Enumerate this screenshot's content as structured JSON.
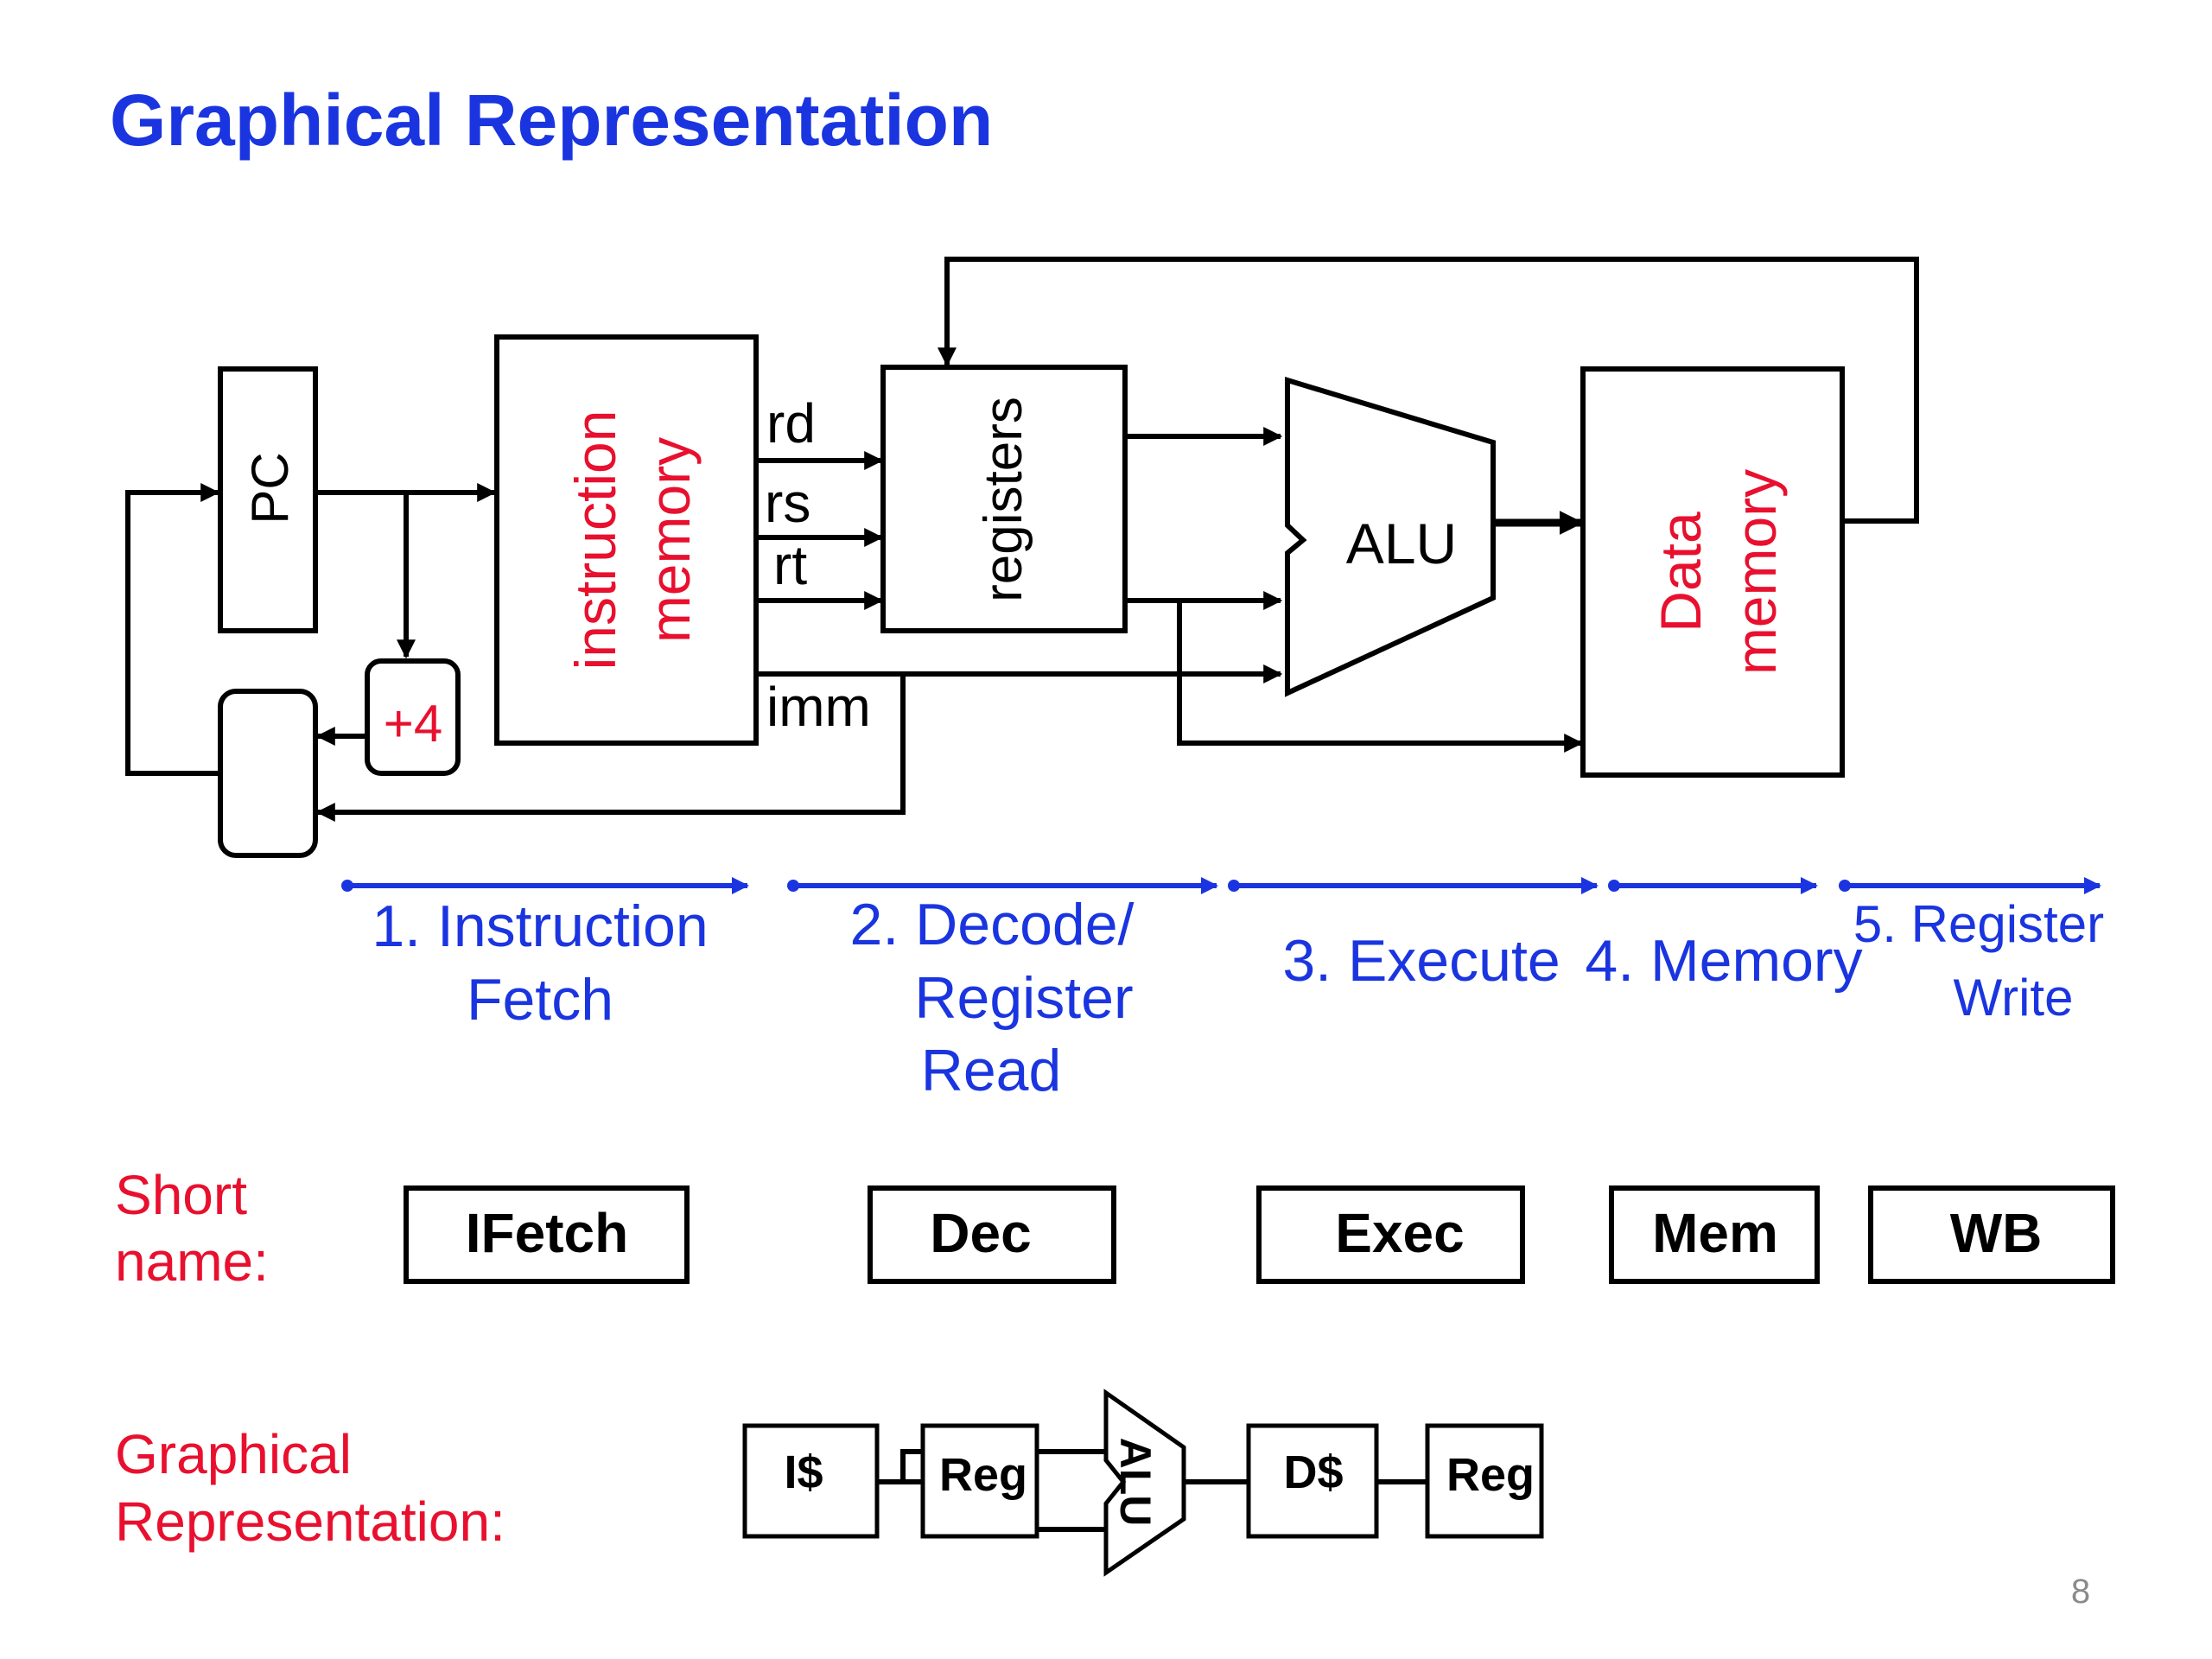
{
  "slide": {
    "title": "Graphical Representation",
    "page_number": "8"
  },
  "colors": {
    "title": "#1a35e0",
    "stage_label": "#1a35e0",
    "red_label": "#e8102e",
    "line": "#000000"
  },
  "datapath": {
    "pc_label": "PC",
    "plus4_label": "+4",
    "instruction_memory_label": [
      "instruction",
      "memory"
    ],
    "field_labels": {
      "rd": "rd",
      "rs": "rs",
      "rt": "rt",
      "imm": "imm"
    },
    "registers_label": "registers",
    "alu_label": "ALU",
    "data_memory_label": [
      "Data",
      "memory"
    ]
  },
  "stages": [
    {
      "lines": [
        "1. Instruction",
        "Fetch"
      ]
    },
    {
      "lines": [
        "2. Decode/",
        "Register",
        "Read"
      ]
    },
    {
      "lines": [
        "3. Execute"
      ]
    },
    {
      "lines": [
        "4. Memory"
      ]
    },
    {
      "lines": [
        "5. Register",
        "Write"
      ]
    }
  ],
  "short_name": {
    "label": [
      "Short",
      "name:"
    ],
    "boxes": [
      "IFetch",
      "Dec",
      "Exec",
      "Mem",
      "WB"
    ]
  },
  "graphical": {
    "label": [
      "Graphical",
      "Representation:"
    ],
    "blocks": [
      "I$",
      "Reg",
      "ALU",
      "D$",
      "Reg"
    ]
  }
}
